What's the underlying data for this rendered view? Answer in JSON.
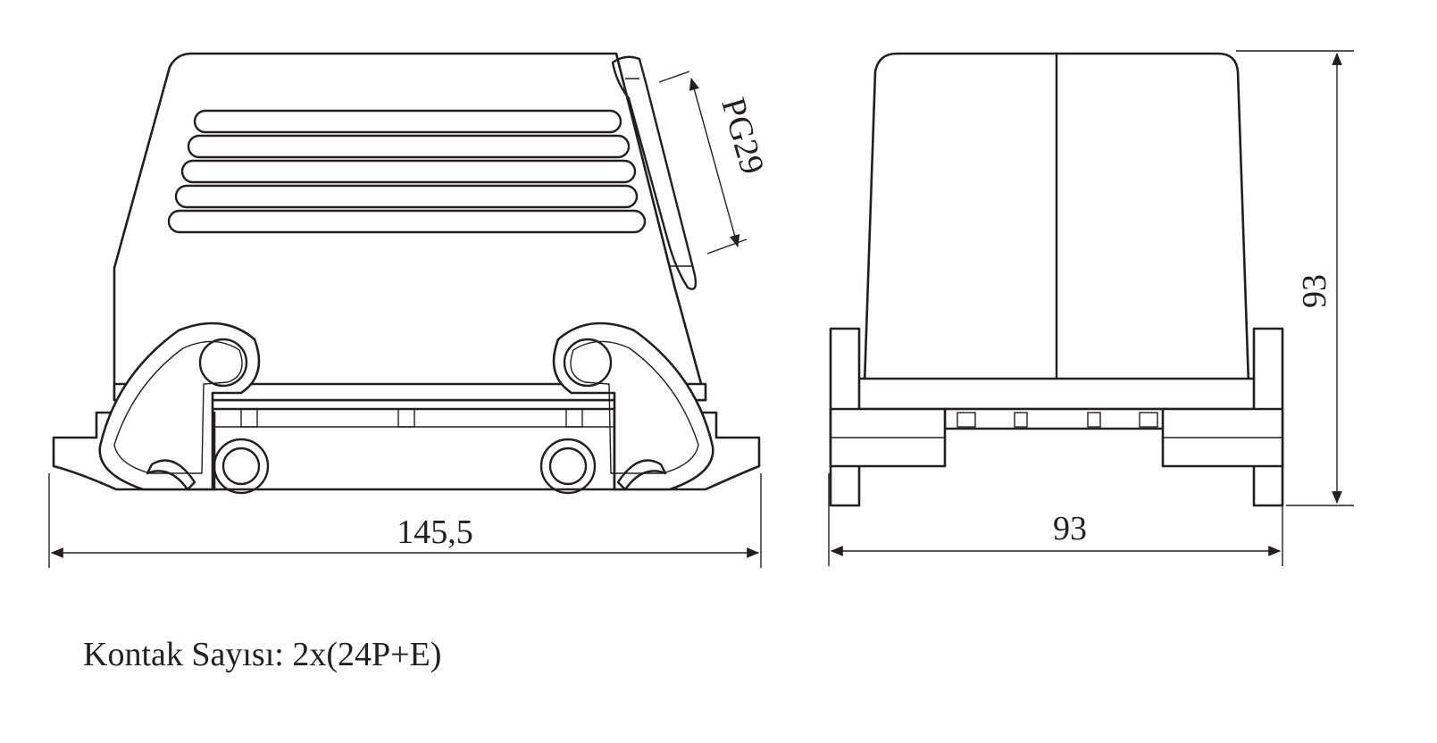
{
  "dimensions": {
    "side_width": "145,5",
    "cable_gland": "PG29",
    "front_width": "93",
    "height": "93"
  },
  "caption": "Kontak Sayısı: 2x(24P+E)",
  "colors": {
    "line": "#231f20",
    "background": "#ffffff"
  }
}
